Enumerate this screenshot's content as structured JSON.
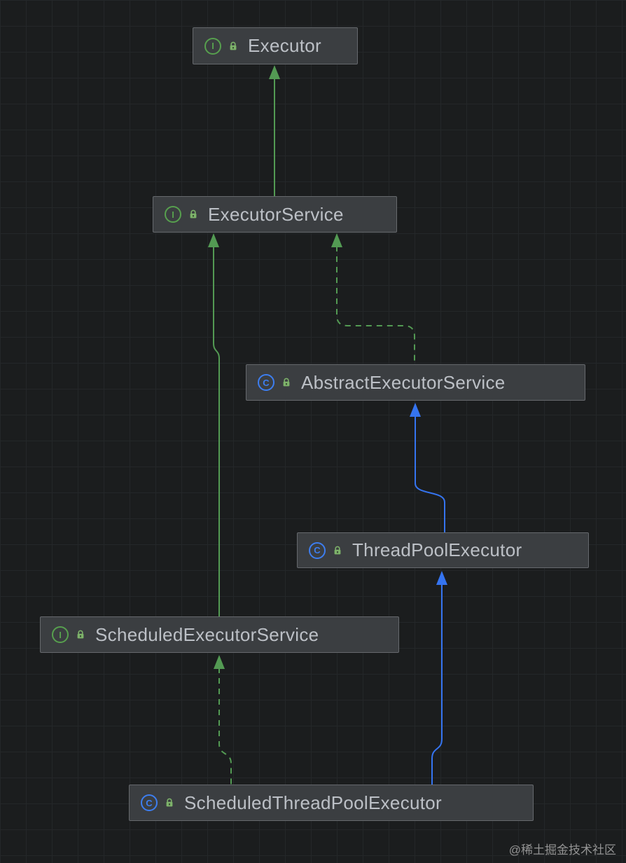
{
  "diagram": {
    "nodes": [
      {
        "label": "Executor",
        "kind": "interface",
        "icon_letter": "I"
      },
      {
        "label": "ExecutorService",
        "kind": "interface",
        "icon_letter": "I"
      },
      {
        "label": "AbstractExecutorService",
        "kind": "class",
        "icon_letter": "C"
      },
      {
        "label": "ThreadPoolExecutor",
        "kind": "class",
        "icon_letter": "C"
      },
      {
        "label": "ScheduledExecutorService",
        "kind": "interface",
        "icon_letter": "I"
      },
      {
        "label": "ScheduledThreadPoolExecutor",
        "kind": "class",
        "icon_letter": "C"
      }
    ],
    "edges": [
      {
        "from": "ExecutorService",
        "to": "Executor",
        "relation": "extends",
        "line": "solid",
        "color": "#539a53"
      },
      {
        "from": "ScheduledExecutorService",
        "to": "ExecutorService",
        "relation": "extends",
        "line": "solid",
        "color": "#539a53"
      },
      {
        "from": "AbstractExecutorService",
        "to": "ExecutorService",
        "relation": "implements",
        "line": "dashed",
        "color": "#539a53"
      },
      {
        "from": "ThreadPoolExecutor",
        "to": "AbstractExecutorService",
        "relation": "extends",
        "line": "solid",
        "color": "#3574f0"
      },
      {
        "from": "ScheduledThreadPoolExecutor",
        "to": "ThreadPoolExecutor",
        "relation": "extends",
        "line": "solid",
        "color": "#3574f0"
      },
      {
        "from": "ScheduledThreadPoolExecutor",
        "to": "ScheduledExecutorService",
        "relation": "implements",
        "line": "dashed",
        "color": "#539a53"
      }
    ],
    "colors": {
      "background": "#1b1d1e",
      "grid": "#242729",
      "node_background": "#3b3e41",
      "node_border": "#66696d",
      "node_text": "#bcc0c6",
      "interface_icon": "#57a04e",
      "class_icon": "#3d7ef0",
      "edge_green": "#539a53",
      "edge_blue": "#3574f0"
    }
  },
  "page": {
    "watermark": "@稀土掘金技术社区"
  }
}
